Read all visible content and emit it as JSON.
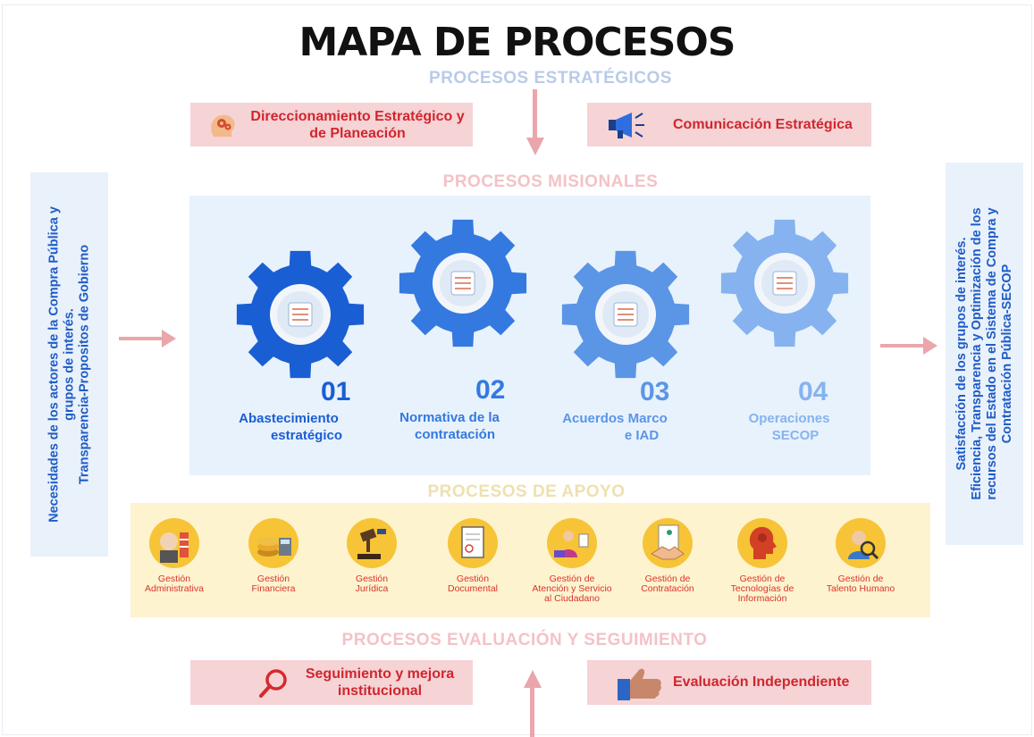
{
  "title": "MAPA DE PROCESOS",
  "sections": {
    "estrategicos": "PROCESOS  ESTRATÉGICOS",
    "misionales": "PROCESOS  MISIONALES",
    "apoyo": "PROCESOS DE APOYO",
    "evaluacion": "PROCESOS EVALUACIÓN Y SEGUIMIENTO"
  },
  "estrategicos": {
    "left": {
      "line1": "Direccionamiento Estratégico y",
      "line2": "de Planeación",
      "icon": "brain-gears-icon"
    },
    "right": {
      "label": "Comunicación Estratégica",
      "icon": "megaphone-icon"
    }
  },
  "inputs": {
    "line1": "Necesidades de los actores de la Compra Pública y",
    "line2": "grupos de interés.",
    "line3": "Transparencia-Propositos de Gobierno"
  },
  "outputs": {
    "line1": "Satisfacción de los grupos de interés.",
    "line2": "Eficiencia, Transparencia y Optimización de los",
    "line3": "recursos del Estado en el Sistema de Compra y",
    "line4": "Contratación Pública-SECOP"
  },
  "misionales": [
    {
      "number": "01",
      "line1": "Abastecimiento",
      "line2": "estratégico",
      "color": "#1a5ed4",
      "icon": "wind-energy-icon"
    },
    {
      "number": "02",
      "line1": "Normativa de la",
      "line2": "contratación",
      "color": "#3479e0",
      "icon": "document-list-icon"
    },
    {
      "number": "03",
      "line1": "Acuerdos Marco",
      "line2": "e IAD",
      "color": "#5b95e6",
      "icon": "handshake-icon"
    },
    {
      "number": "04",
      "line1": "Operaciones",
      "line2": "SECOP",
      "color": "#86b3ef",
      "icon": "operator-icon"
    }
  ],
  "apoyo": [
    {
      "line1": "Gestión",
      "line2": "Administrativa",
      "line3": "",
      "icon": "admin-gears-icon"
    },
    {
      "line1": "Gestión",
      "line2": "Financiera",
      "line3": "",
      "icon": "coins-calculator-icon"
    },
    {
      "line1": "Gestión",
      "line2": "Jurídica",
      "line3": "",
      "icon": "gavel-icon"
    },
    {
      "line1": "Gestión",
      "line2": "Documental",
      "line3": "",
      "icon": "document-icon"
    },
    {
      "line1": "Gestión de",
      "line2": "Atención y Servicio",
      "line3": "al Ciudadano",
      "icon": "customer-service-icon"
    },
    {
      "line1": "Gestión de",
      "line2": "Contratación",
      "line3": "",
      "icon": "contract-handshake-icon"
    },
    {
      "line1": "Gestión de",
      "line2": "Tecnologías de",
      "line3": "Información",
      "icon": "ai-head-icon"
    },
    {
      "line1": "Gestión de",
      "line2": "Talento Humano",
      "line3": "",
      "icon": "magnifier-person-icon"
    }
  ],
  "evaluacion": {
    "left": {
      "line1": "Seguimiento y mejora",
      "line2": "institucional",
      "icon": "magnifier-icon"
    },
    "right": {
      "label": "Evaluación Independiente",
      "icon": "thumbs-up-icon"
    }
  }
}
